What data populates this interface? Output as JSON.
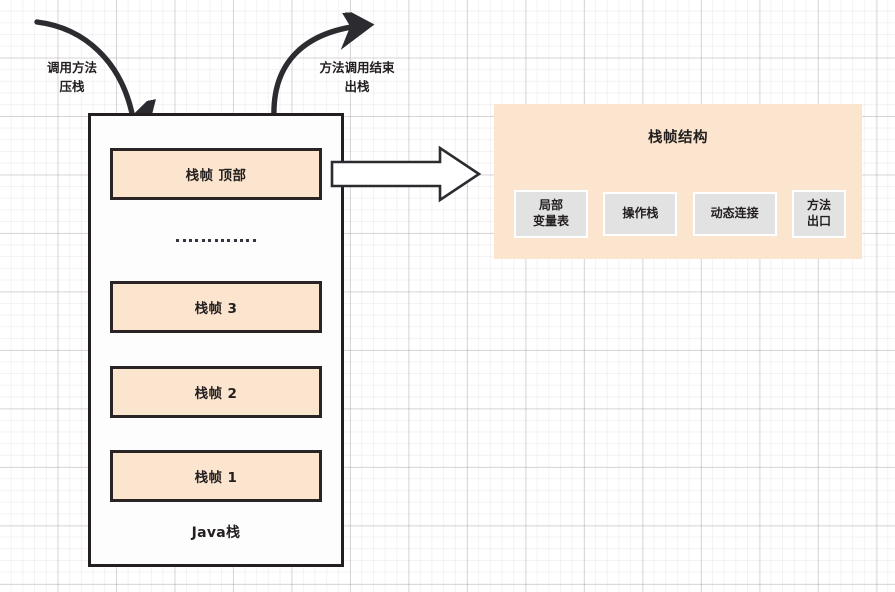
{
  "diagram": {
    "title": "Java Stack and Stack Frame Structure",
    "colors": {
      "frame_fill": "#fce5ce",
      "frame_border": "#2b2424",
      "panel_fill": "#fce5ce",
      "part_fill": "#e2e2e2",
      "stroke": "#231f20",
      "grid": "#968c96"
    }
  },
  "arrows": {
    "push": {
      "label_line1": "调用方法",
      "label_line2": "压栈",
      "icon": "curved-arrow-down-icon",
      "direction": "into-stack"
    },
    "pop": {
      "label_line1": "方法调用结束",
      "label_line2": "出栈",
      "icon": "curved-arrow-up-icon",
      "direction": "out-of-stack"
    },
    "expand": {
      "icon": "block-arrow-right-icon",
      "direction": "right"
    }
  },
  "java_stack": {
    "label": "Java栈",
    "ellipsis_dots": 13,
    "frames": [
      {
        "id": "frame-top",
        "label": "栈帧 顶部"
      },
      {
        "id": "frame-3",
        "label": "栈帧 3"
      },
      {
        "id": "frame-2",
        "label": "栈帧 2"
      },
      {
        "id": "frame-1",
        "label": "栈帧 1"
      }
    ]
  },
  "frame_structure": {
    "title": "栈帧结构",
    "parts": [
      {
        "id": "local-variable-table",
        "line1": "局部",
        "line2": "变量表"
      },
      {
        "id": "operand-stack",
        "line1": "操作栈",
        "line2": ""
      },
      {
        "id": "dynamic-linking",
        "line1": "动态连接",
        "line2": ""
      },
      {
        "id": "method-exit",
        "line1": "方法",
        "line2": "出口"
      }
    ]
  }
}
